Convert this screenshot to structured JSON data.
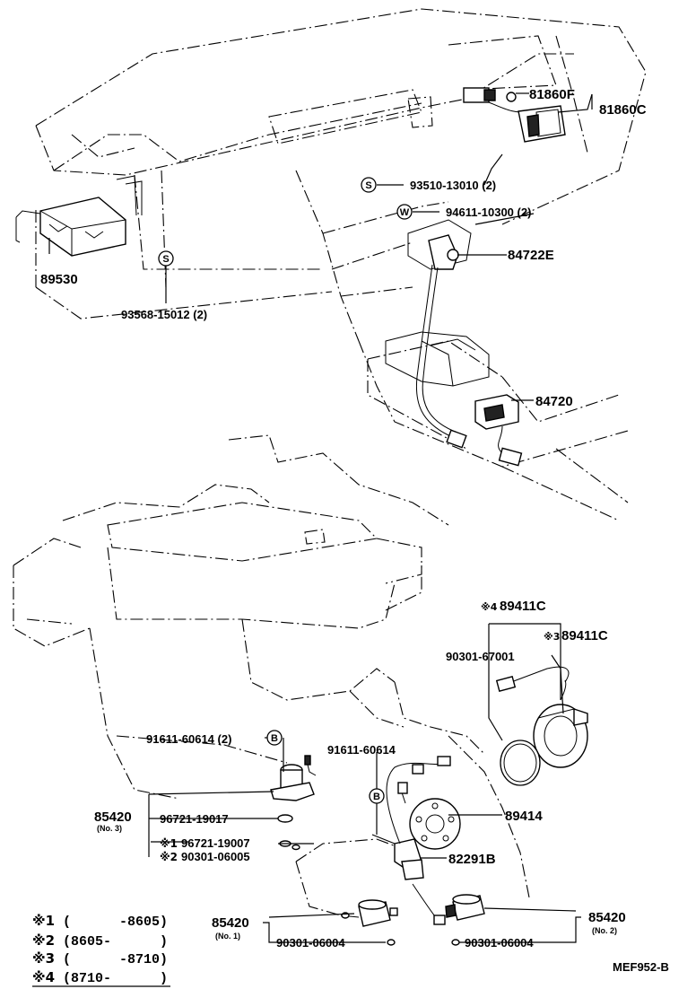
{
  "diagram_code": "MEF952-B",
  "labels": {
    "p81860F": "81860F",
    "p81860C": "81860C",
    "p93510": "93510-13010 (2)",
    "p94611": "94611-10300 (2)",
    "p84722E": "84722E",
    "p89530": "89530",
    "p93568": "93568-15012 (2)",
    "p84720": "84720",
    "p89411C_4": "89411C",
    "p89411C_3": "89411C",
    "p90301_67001": "90301-67001",
    "p91611_2": "91611-60614 (2)",
    "p91611": "91611-60614",
    "p89414": "89414",
    "p85420_3": "85420",
    "p85420_3_sub": "(No. 3)",
    "p96721_19017": "96721-19017",
    "p96721_19007": "96721-19007",
    "p90301_06005": "90301-06005",
    "p82291B": "82291B",
    "p85420_1": "85420",
    "p85420_1_sub": "(No. 1)",
    "p85420_2": "85420",
    "p85420_2_sub": "(No. 2)",
    "p90301_06004_a": "90301-06004",
    "p90301_06004_b": "90301-06004"
  },
  "callout_marks": {
    "s": "S",
    "w": "W",
    "b": "B",
    "note1": "※1",
    "note2": "※2",
    "note3": "※3",
    "note4": "※4"
  },
  "legend": [
    {
      "mark": "※1",
      "range": "(      -8605)"
    },
    {
      "mark": "※2",
      "range": "(8605-      )"
    },
    {
      "mark": "※3",
      "range": "(      -8710)"
    },
    {
      "mark": "※4",
      "range": "(8710-      )"
    }
  ]
}
